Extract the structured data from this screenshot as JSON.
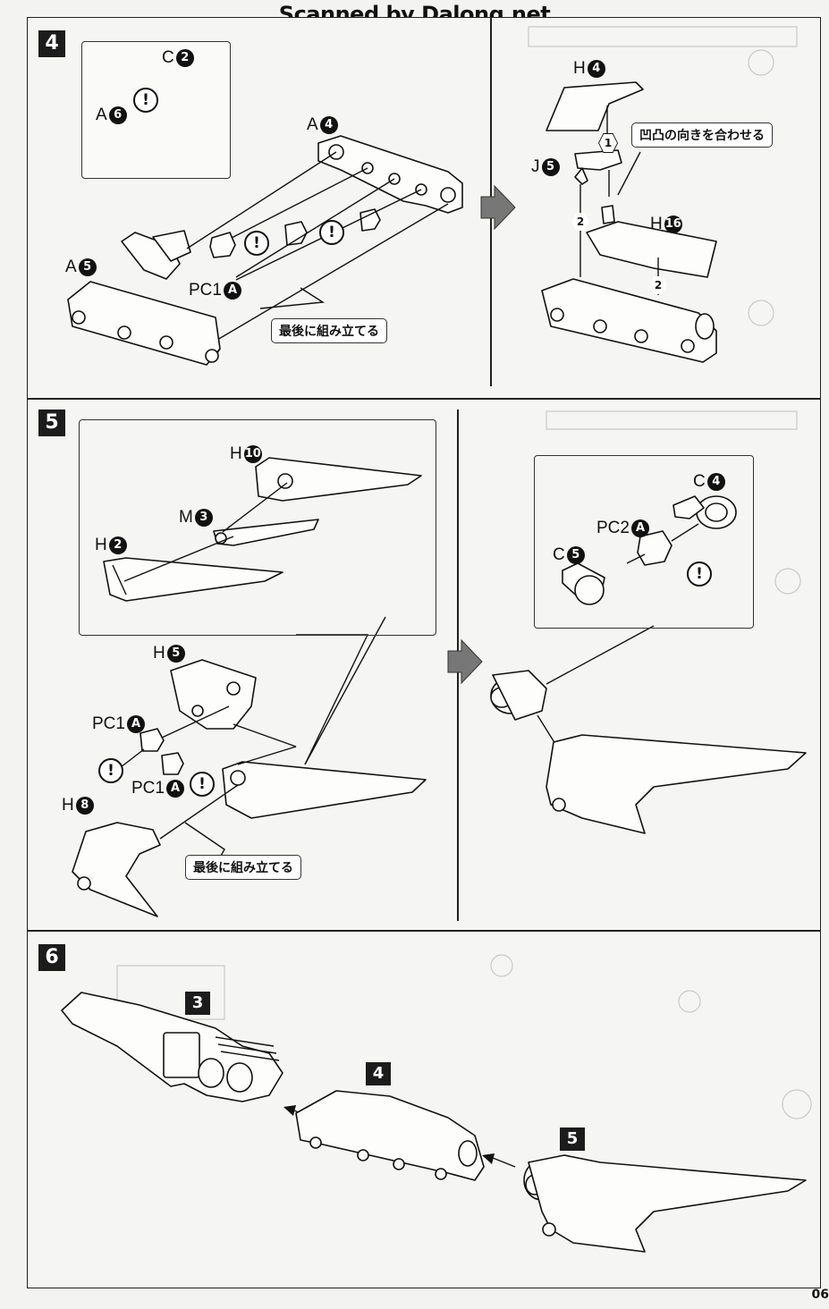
{
  "watermark": "Scanned by Dalong.net",
  "page_number": "06",
  "steps": {
    "s4": {
      "number": "4",
      "labels": {
        "c2": {
          "letter": "C",
          "num": "2"
        },
        "a6": {
          "letter": "A",
          "num": "6"
        },
        "a4": {
          "letter": "A",
          "num": "4"
        },
        "a5": {
          "letter": "A",
          "num": "5"
        },
        "pc1": {
          "letter": "PC1",
          "num": "A"
        }
      },
      "note": "最後に組み立てる",
      "right": {
        "h4": {
          "letter": "H",
          "num": "4"
        },
        "j5": {
          "letter": "J",
          "num": "5"
        },
        "h16": {
          "letter": "H",
          "num": "16"
        },
        "note": "凹凸の向きを合わせる",
        "order1": "1",
        "order2a": "2",
        "order2b": "2"
      }
    },
    "s5": {
      "number": "5",
      "labels": {
        "h10": {
          "letter": "H",
          "num": "10"
        },
        "m3": {
          "letter": "M",
          "num": "3"
        },
        "h2": {
          "letter": "H",
          "num": "2"
        },
        "h5": {
          "letter": "H",
          "num": "5"
        },
        "pc1a": {
          "letter": "PC1",
          "num": "A"
        },
        "pc1b": {
          "letter": "PC1",
          "num": "A"
        },
        "h8": {
          "letter": "H",
          "num": "8"
        }
      },
      "note": "最後に組み立てる",
      "right": {
        "c4": {
          "letter": "C",
          "num": "4"
        },
        "pc2": {
          "letter": "PC2",
          "num": "A"
        },
        "c5": {
          "letter": "C",
          "num": "5"
        }
      }
    },
    "s6": {
      "number": "6",
      "sub3": "3",
      "sub4": "4",
      "sub5": "5"
    }
  },
  "warning_symbol": "!"
}
